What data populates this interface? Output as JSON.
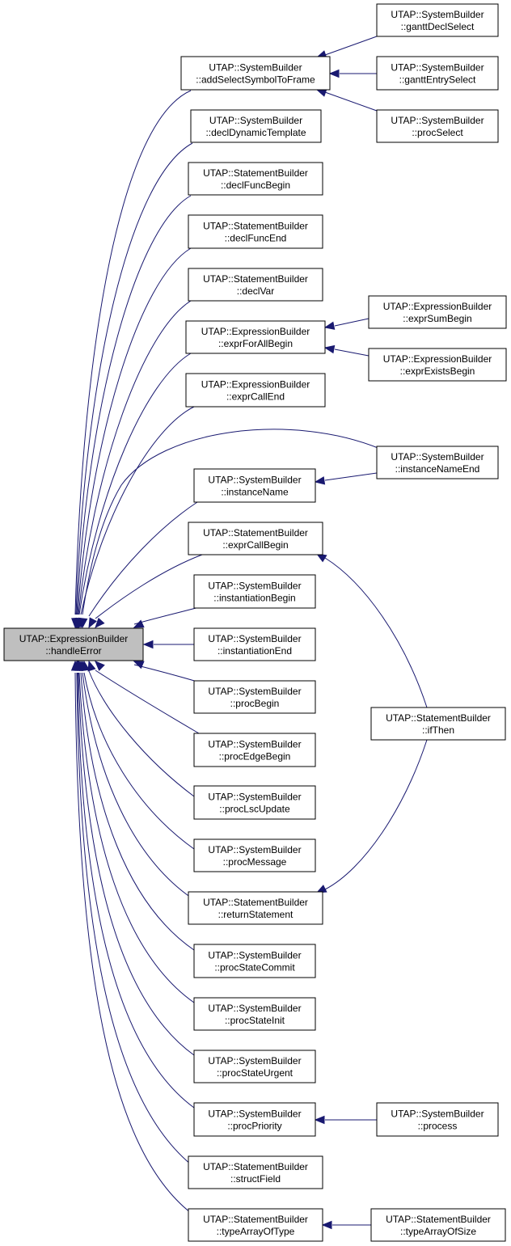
{
  "root": {
    "line1": "UTAP::ExpressionBuilder",
    "line2": "::handleError"
  },
  "nodes": {
    "addSelectSymbolToFrame": {
      "line1": "UTAP::SystemBuilder",
      "line2": "::addSelectSymbolToFrame"
    },
    "declDynamicTemplate": {
      "line1": "UTAP::SystemBuilder",
      "line2": "::declDynamicTemplate"
    },
    "declFuncBegin": {
      "line1": "UTAP::StatementBuilder",
      "line2": "::declFuncBegin"
    },
    "declFuncEnd": {
      "line1": "UTAP::StatementBuilder",
      "line2": "::declFuncEnd"
    },
    "declVar": {
      "line1": "UTAP::StatementBuilder",
      "line2": "::declVar"
    },
    "exprForAllBegin": {
      "line1": "UTAP::ExpressionBuilder",
      "line2": "::exprForAllBegin"
    },
    "exprCallEnd": {
      "line1": "UTAP::ExpressionBuilder",
      "line2": "::exprCallEnd"
    },
    "instanceName": {
      "line1": "UTAP::SystemBuilder",
      "line2": "::instanceName"
    },
    "exprCallBegin": {
      "line1": "UTAP::StatementBuilder",
      "line2": "::exprCallBegin"
    },
    "instantiationBegin": {
      "line1": "UTAP::SystemBuilder",
      "line2": "::instantiationBegin"
    },
    "instantiationEnd": {
      "line1": "UTAP::SystemBuilder",
      "line2": "::instantiationEnd"
    },
    "procBegin": {
      "line1": "UTAP::SystemBuilder",
      "line2": "::procBegin"
    },
    "procEdgeBegin": {
      "line1": "UTAP::SystemBuilder",
      "line2": "::procEdgeBegin"
    },
    "procLscUpdate": {
      "line1": "UTAP::SystemBuilder",
      "line2": "::procLscUpdate"
    },
    "procMessage": {
      "line1": "UTAP::SystemBuilder",
      "line2": "::procMessage"
    },
    "returnStatement": {
      "line1": "UTAP::StatementBuilder",
      "line2": "::returnStatement"
    },
    "procStateCommit": {
      "line1": "UTAP::SystemBuilder",
      "line2": "::procStateCommit"
    },
    "procStateInit": {
      "line1": "UTAP::SystemBuilder",
      "line2": "::procStateInit"
    },
    "procStateUrgent": {
      "line1": "UTAP::SystemBuilder",
      "line2": "::procStateUrgent"
    },
    "procPriority": {
      "line1": "UTAP::SystemBuilder",
      "line2": "::procPriority"
    },
    "structField": {
      "line1": "UTAP::StatementBuilder",
      "line2": "::structField"
    },
    "typeArrayOfType": {
      "line1": "UTAP::StatementBuilder",
      "line2": "::typeArrayOfType"
    },
    "ganttDeclSelect": {
      "line1": "UTAP::SystemBuilder",
      "line2": "::ganttDeclSelect"
    },
    "ganttEntrySelect": {
      "line1": "UTAP::SystemBuilder",
      "line2": "::ganttEntrySelect"
    },
    "procSelect": {
      "line1": "UTAP::SystemBuilder",
      "line2": "::procSelect"
    },
    "exprSumBegin": {
      "line1": "UTAP::ExpressionBuilder",
      "line2": "::exprSumBegin"
    },
    "exprExistsBegin": {
      "line1": "UTAP::ExpressionBuilder",
      "line2": "::exprExistsBegin"
    },
    "instanceNameEnd": {
      "line1": "UTAP::SystemBuilder",
      "line2": "::instanceNameEnd"
    },
    "ifThen": {
      "line1": "UTAP::StatementBuilder",
      "line2": "::ifThen"
    },
    "process": {
      "line1": "UTAP::SystemBuilder",
      "line2": "::process"
    },
    "typeArrayOfSize": {
      "line1": "UTAP::StatementBuilder",
      "line2": "::typeArrayOfSize"
    }
  },
  "edges": [
    {
      "from": "addSelectSymbolToFrame",
      "to": "root"
    },
    {
      "from": "declDynamicTemplate",
      "to": "root"
    },
    {
      "from": "declFuncBegin",
      "to": "root"
    },
    {
      "from": "declFuncEnd",
      "to": "root"
    },
    {
      "from": "declVar",
      "to": "root"
    },
    {
      "from": "exprForAllBegin",
      "to": "root"
    },
    {
      "from": "exprCallEnd",
      "to": "root"
    },
    {
      "from": "instanceNameEnd",
      "to": "root"
    },
    {
      "from": "instanceName",
      "to": "root"
    },
    {
      "from": "exprCallBegin",
      "to": "root"
    },
    {
      "from": "instantiationBegin",
      "to": "root"
    },
    {
      "from": "instantiationEnd",
      "to": "root"
    },
    {
      "from": "procBegin",
      "to": "root"
    },
    {
      "from": "procEdgeBegin",
      "to": "root"
    },
    {
      "from": "procLscUpdate",
      "to": "root"
    },
    {
      "from": "procMessage",
      "to": "root"
    },
    {
      "from": "returnStatement",
      "to": "root"
    },
    {
      "from": "procStateCommit",
      "to": "root"
    },
    {
      "from": "procStateInit",
      "to": "root"
    },
    {
      "from": "procStateUrgent",
      "to": "root"
    },
    {
      "from": "procPriority",
      "to": "root"
    },
    {
      "from": "structField",
      "to": "root"
    },
    {
      "from": "typeArrayOfType",
      "to": "root"
    },
    {
      "from": "ganttDeclSelect",
      "to": "addSelectSymbolToFrame"
    },
    {
      "from": "ganttEntrySelect",
      "to": "addSelectSymbolToFrame"
    },
    {
      "from": "procSelect",
      "to": "addSelectSymbolToFrame"
    },
    {
      "from": "exprSumBegin",
      "to": "exprForAllBegin"
    },
    {
      "from": "exprExistsBegin",
      "to": "exprForAllBegin"
    },
    {
      "from": "instanceNameEnd",
      "to": "instanceName"
    },
    {
      "from": "ifThen",
      "to": "exprCallBegin"
    },
    {
      "from": "ifThen",
      "to": "returnStatement"
    },
    {
      "from": "process",
      "to": "procPriority"
    },
    {
      "from": "typeArrayOfSize",
      "to": "typeArrayOfType"
    }
  ],
  "colors": {
    "edge": "#191970",
    "root_fill": "#bfbfbf",
    "node_fill": "#ffffff",
    "node_stroke": "#000000"
  }
}
